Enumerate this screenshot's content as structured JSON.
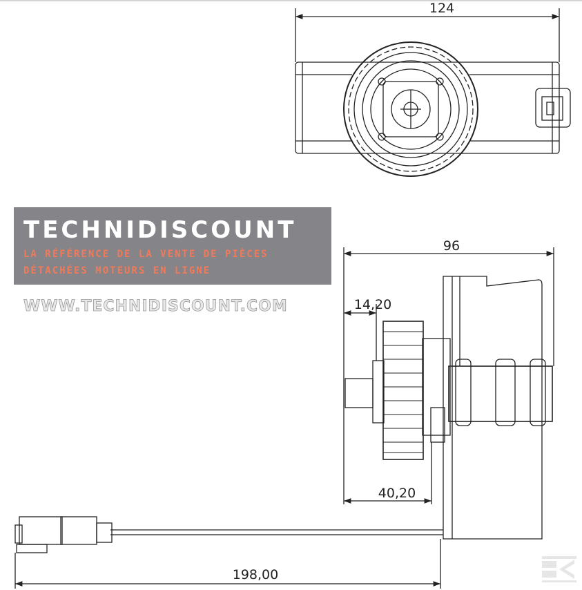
{
  "dimensions": {
    "top_width": "124",
    "side_width": "96",
    "hub_offset": "14,20",
    "fan_offset": "40,20",
    "cable_length": "198,00"
  },
  "watermark": {
    "brand": "TECHNIDISCOUNT",
    "tagline_1": "LA RÉFÉRENCE DE LA VENTE DE PIÈCES",
    "tagline_2": "DÉTACHÉES MOTEURS EN LIGNE",
    "url": "WWW.TECHNIDISCOUNT.COM",
    "banner_color": "#6e6e74",
    "tagline_color": "#f07a5a"
  },
  "logo": {
    "letter": "K"
  }
}
